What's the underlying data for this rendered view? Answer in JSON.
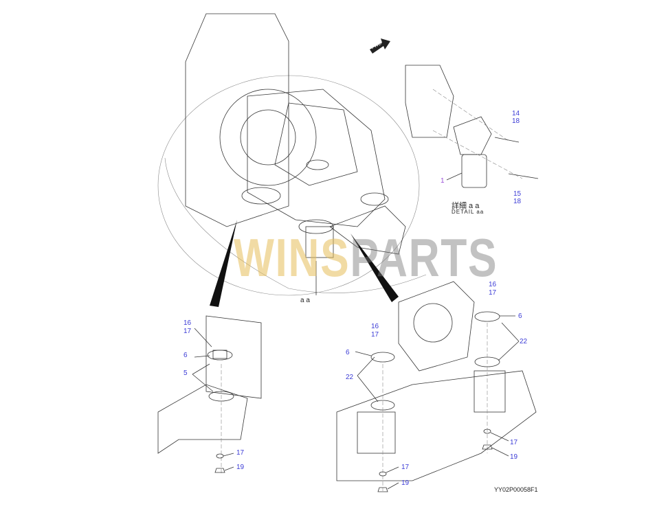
{
  "drawing_code": "YY02P00058F1",
  "watermark": {
    "part1": "WINS",
    "part2": "PARTS"
  },
  "direction_marker": "FWD",
  "main_view": {
    "detail_ref": "a a"
  },
  "detail_view": {
    "title_jp": "詳細 a a",
    "title_en": "DETAIL aa",
    "callouts": {
      "filter": "1",
      "bolt_a": "14",
      "washer_a": "18",
      "bolt_b": "15",
      "washer_b": "18"
    }
  },
  "left_mount": {
    "callouts": [
      "16",
      "17",
      "6",
      "5",
      "17",
      "19"
    ]
  },
  "right_mount_front": {
    "callouts": [
      "16",
      "17",
      "6",
      "22",
      "17",
      "19"
    ]
  },
  "right_mount_rear": {
    "callouts": [
      "16",
      "17",
      "6",
      "22",
      "17",
      "19"
    ]
  },
  "colors": {
    "callout": "#3b3bd6",
    "callout_primary": "#9a4fd8"
  }
}
